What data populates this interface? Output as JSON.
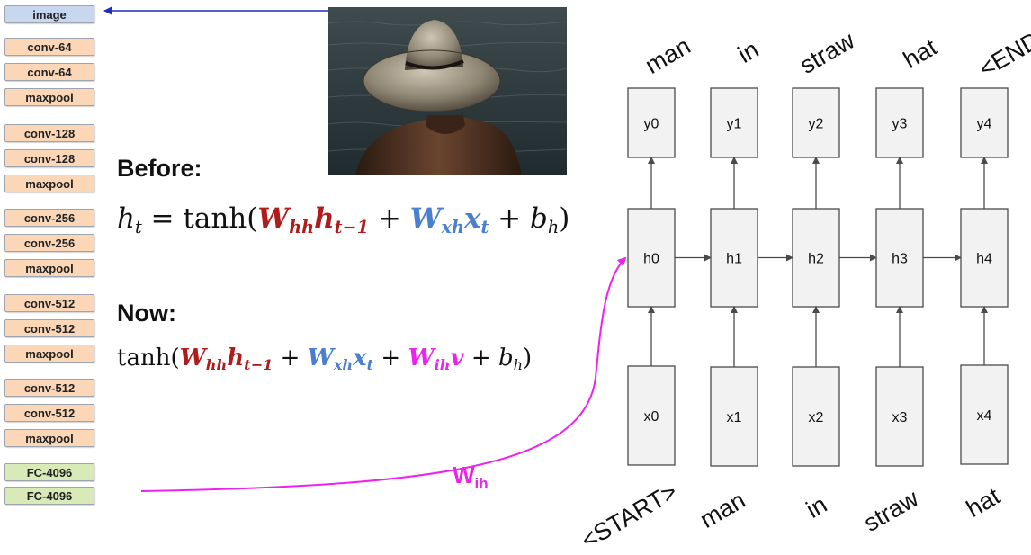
{
  "cnn": {
    "image_label": "image",
    "layers": [
      "conv-64",
      "conv-64",
      "maxpool",
      "conv-128",
      "conv-128",
      "maxpool",
      "conv-256",
      "conv-256",
      "maxpool",
      "conv-512",
      "conv-512",
      "maxpool",
      "conv-512",
      "conv-512",
      "maxpool",
      "FC-4096",
      "FC-4096"
    ],
    "layer_types": [
      "conv",
      "conv",
      "pool",
      "conv",
      "conv",
      "pool",
      "conv",
      "conv",
      "pool",
      "conv",
      "conv",
      "pool",
      "conv",
      "conv",
      "pool",
      "fc",
      "fc"
    ]
  },
  "colors": {
    "image_block": "#c8d7f0",
    "conv_block": "#fbd7b8",
    "fc_block": "#d8eab8",
    "arrow_blue": "#1e2fb8",
    "w_red": "#b01c1c",
    "w_blue": "#4a7fd0",
    "w_magenta": "#ee22ee",
    "rnn_box_fill": "#f2f2f2",
    "rnn_box_stroke": "#4a4a4a"
  },
  "equations": {
    "before_label": "Before:",
    "now_label": "Now:",
    "before": {
      "h": "h",
      "t": "t",
      "eq": "=",
      "tanh": "tanh(",
      "w_hh": "W",
      "hh": "hh",
      "h_prev": "h",
      "t1": "t−1",
      "plus1": "+",
      "w_xh": "W",
      "xh": "xh",
      "x": "x",
      "xt": "t",
      "plus2": "+",
      "b": "b",
      "bh": "h",
      "close": ")"
    },
    "now": {
      "tanh": "tanh(",
      "w_hh": "W",
      "hh": "hh",
      "h_prev": "h",
      "t1": "t−1",
      "plus1": "+",
      "w_xh": "W",
      "xh": "xh",
      "x": "x",
      "xt": "t",
      "plus2": "+",
      "w_ih": "W",
      "ih": "ih",
      "v": "v",
      "plus3": "+",
      "b": "b",
      "bh": "h",
      "close": ")"
    }
  },
  "wih_label": {
    "main": "W",
    "sub": "ih"
  },
  "rnn": {
    "outputs": [
      "y0",
      "y1",
      "y2",
      "y3",
      "y4"
    ],
    "hidden": [
      "h0",
      "h1",
      "h2",
      "h3",
      "h4"
    ],
    "inputs": [
      "x0",
      "x1",
      "x2",
      "x3",
      "x4"
    ],
    "output_words": [
      "man",
      "in",
      "straw",
      "hat",
      "<END>"
    ],
    "input_words": [
      "<START>",
      "man",
      "in",
      "straw",
      "hat"
    ]
  }
}
